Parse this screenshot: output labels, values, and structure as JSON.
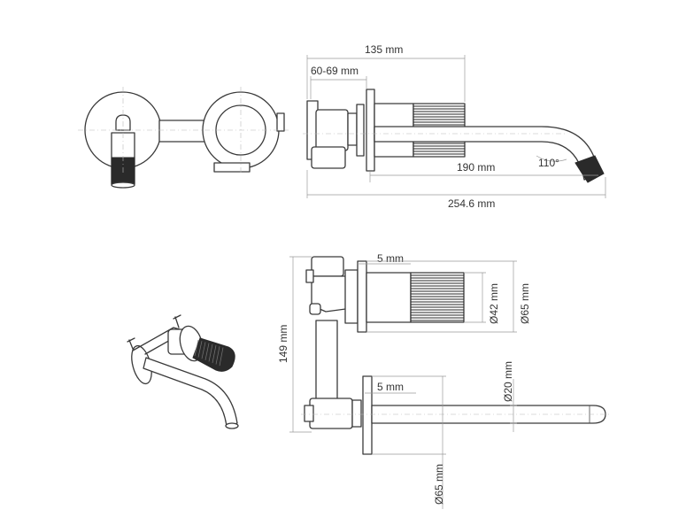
{
  "dimensions": {
    "overall_depth": "135 mm",
    "adjust_range": "60-69 mm",
    "spout_length": "190 mm",
    "overall_length": "254.6 mm",
    "spout_angle": "110°",
    "plate_thickness_top": "5 mm",
    "plate_thickness_bottom": "5 mm",
    "total_height": "149 mm",
    "handle_diameter": "Ø42 mm",
    "plate_diameter_top": "Ø65 mm",
    "spout_diameter": "Ø20 mm",
    "plate_diameter_bottom": "Ø65 mm"
  },
  "colors": {
    "line": "#3a3a3a",
    "dimension": "#9a9a9a",
    "knurl": "#2a2a2a"
  }
}
